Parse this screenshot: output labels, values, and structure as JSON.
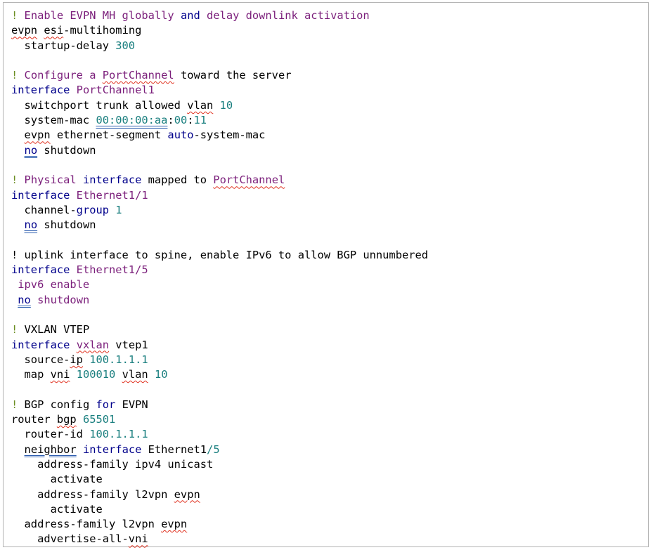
{
  "document": {
    "lines": [
      [
        {
          "t": "!",
          "c": "green"
        },
        {
          "t": " Enable EVPN MH globally ",
          "c": "purple"
        },
        {
          "t": "and",
          "c": "kw"
        },
        {
          "t": " delay downlink activation",
          "c": "purple"
        }
      ],
      [
        {
          "t": "evpn",
          "u": "sq"
        },
        {
          "t": " "
        },
        {
          "t": "esi",
          "u": "sq"
        },
        {
          "t": "-multihoming"
        }
      ],
      [
        {
          "t": "  startup-delay "
        },
        {
          "t": "300",
          "c": "num"
        }
      ],
      [],
      [
        {
          "t": "!",
          "c": "green"
        },
        {
          "t": " Configure a ",
          "c": "purple"
        },
        {
          "t": "PortChannel",
          "c": "purple",
          "u": "sq"
        },
        {
          "t": " toward the server"
        }
      ],
      [
        {
          "t": "interface",
          "c": "kw"
        },
        {
          "t": " PortChannel1",
          "c": "purple"
        }
      ],
      [
        {
          "t": "  switchport trunk allowed "
        },
        {
          "t": "vlan",
          "u": "sq"
        },
        {
          "t": " "
        },
        {
          "t": "10",
          "c": "num"
        }
      ],
      [
        {
          "t": "  system-mac "
        },
        {
          "t": "00:00:00:aa",
          "c": "num",
          "u": "dbl"
        },
        {
          "t": ":"
        },
        {
          "t": "00",
          "c": "num"
        },
        {
          "t": ":"
        },
        {
          "t": "11",
          "c": "num"
        }
      ],
      [
        {
          "t": "  "
        },
        {
          "t": "evpn",
          "u": "sq"
        },
        {
          "t": " ethernet-segment "
        },
        {
          "t": "auto",
          "c": "kw"
        },
        {
          "t": "-system-mac"
        }
      ],
      [
        {
          "t": "  "
        },
        {
          "t": "no",
          "c": "kw",
          "u": "dbl"
        },
        {
          "t": " shutdown"
        }
      ],
      [],
      [
        {
          "t": "!",
          "c": "green"
        },
        {
          "t": " Physical ",
          "c": "purple"
        },
        {
          "t": "interface",
          "c": "kw"
        },
        {
          "t": " mapped to "
        },
        {
          "t": "PortChannel",
          "c": "purple",
          "u": "sq"
        }
      ],
      [
        {
          "t": "interface",
          "c": "kw"
        },
        {
          "t": " Ethernet1/1",
          "c": "purple"
        }
      ],
      [
        {
          "t": "  channel-"
        },
        {
          "t": "group",
          "c": "kw"
        },
        {
          "t": " "
        },
        {
          "t": "1",
          "c": "num"
        }
      ],
      [
        {
          "t": "  "
        },
        {
          "t": "no",
          "c": "kw",
          "u": "dbl"
        },
        {
          "t": " shutdown"
        }
      ],
      [],
      [
        {
          "t": "! uplink interface to spine, enable IPv6 to allow BGP unnumbered"
        }
      ],
      [
        {
          "t": "interface",
          "c": "kw"
        },
        {
          "t": " Ethernet1/5",
          "c": "purple"
        }
      ],
      [
        {
          "t": " ipv6 enable",
          "c": "purple"
        }
      ],
      [
        {
          "t": " "
        },
        {
          "t": "no",
          "c": "kw",
          "u": "dbl"
        },
        {
          "t": " shutdown",
          "c": "purple"
        }
      ],
      [],
      [
        {
          "t": "!",
          "c": "green"
        },
        {
          "t": " VXLAN VTEP"
        }
      ],
      [
        {
          "t": "interface",
          "c": "kw"
        },
        {
          "t": " "
        },
        {
          "t": "vxlan",
          "c": "purple",
          "u": "sq"
        },
        {
          "t": " vtep1"
        }
      ],
      [
        {
          "t": "  source-"
        },
        {
          "t": "ip",
          "u": "sq"
        },
        {
          "t": " "
        },
        {
          "t": "100.1.1.1",
          "c": "num"
        }
      ],
      [
        {
          "t": "  map "
        },
        {
          "t": "vni",
          "u": "sq"
        },
        {
          "t": " "
        },
        {
          "t": "100010",
          "c": "num"
        },
        {
          "t": " "
        },
        {
          "t": "vlan",
          "u": "sq"
        },
        {
          "t": " "
        },
        {
          "t": "10",
          "c": "num"
        }
      ],
      [],
      [
        {
          "t": "!",
          "c": "green"
        },
        {
          "t": " BGP config "
        },
        {
          "t": "for",
          "c": "kw"
        },
        {
          "t": " EVPN"
        }
      ],
      [
        {
          "t": "router "
        },
        {
          "t": "bgp",
          "u": "sq"
        },
        {
          "t": " "
        },
        {
          "t": "65501",
          "c": "num"
        }
      ],
      [
        {
          "t": "  router-id "
        },
        {
          "t": "100.1.1.1",
          "c": "num"
        }
      ],
      [
        {
          "t": "  "
        },
        {
          "t": "neighbor",
          "u": "dbl"
        },
        {
          "t": " "
        },
        {
          "t": "interface",
          "c": "kw"
        },
        {
          "t": " Ethernet1"
        },
        {
          "t": "/5",
          "c": "num"
        }
      ],
      [
        {
          "t": "    address-family ipv4 unicast"
        }
      ],
      [
        {
          "t": "      activate"
        }
      ],
      [
        {
          "t": "    address-family l2vpn "
        },
        {
          "t": "evpn",
          "u": "sq"
        }
      ],
      [
        {
          "t": "      activate"
        }
      ],
      [
        {
          "t": "  address-family l2vpn "
        },
        {
          "t": "evpn",
          "u": "sq"
        }
      ],
      [
        {
          "t": "    advertise-all-"
        },
        {
          "t": "vni",
          "u": "sq"
        }
      ]
    ]
  }
}
